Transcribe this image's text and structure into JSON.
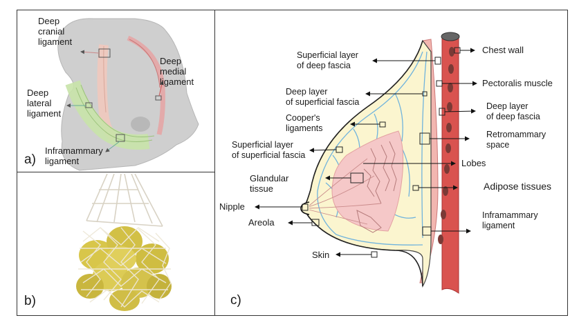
{
  "panel_a": {
    "tag": "a)",
    "labels": {
      "deep_cranial": "Deep\ncranial\nligament",
      "deep_medial": "Deep\nmedial\nligament",
      "deep_lateral": "Deep\nlateral\nligament",
      "inframammary": "Inframammary\nligament"
    }
  },
  "panel_b": {
    "tag": "b)"
  },
  "panel_c": {
    "tag": "c)",
    "labels": {
      "chest_wall": "Chest wall",
      "superficial_deep_fascia": "Superficial layer\nof deep fascia",
      "pectoralis": "Pectoralis muscle",
      "deep_superficial_fascia": "Deep layer\nof superficial fascia",
      "deep_deep_fascia": "Deep layer\nof deep fascia",
      "coopers": "Cooper's\nligaments",
      "retromammary": "Retromammary\nspace",
      "superficial_superficial_fascia": "Superficial layer\nof superficial fascia",
      "lobes": "Lobes",
      "glandular": "Glandular\ntissue",
      "adipose": "Adipose tissues",
      "nipple": "Nipple",
      "inframammary": "Inframammary\nligament",
      "areola": "Areola",
      "skin": "Skin"
    }
  },
  "colors": {
    "breast_fill": "#fbf5cf",
    "gland_fill": "#f5c8c8",
    "muscle": "#d9534f",
    "muscle_dark": "#b33b38",
    "fascia_blue": "#6fb3dd",
    "ligament_green": "#b9d99a",
    "ligament_red": "#d98a8a",
    "torso_gray": "#c9c9c9",
    "lemon": "#d7c64a"
  }
}
